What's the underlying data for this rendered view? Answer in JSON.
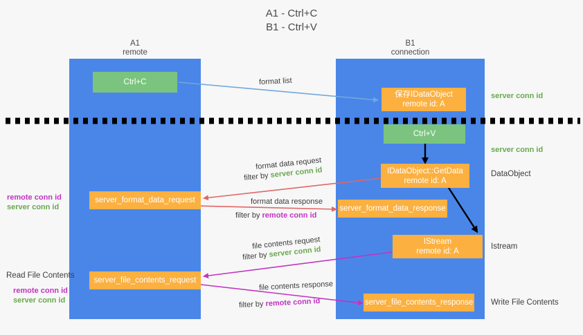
{
  "title": {
    "line1": "A1 - Ctrl+C",
    "line2": "B1 - Ctrl+V"
  },
  "lanes": [
    {
      "id": "a1",
      "name": "A1",
      "role": "remote",
      "color": "#4a86e8"
    },
    {
      "id": "b1",
      "name": "B1",
      "role": "connection",
      "color": "#4a86e8"
    }
  ],
  "colors": {
    "lane": "#4a86e8",
    "green_box": "#7bc47f",
    "orange_box": "#fbb040",
    "server_conn_id": "#6aa84f",
    "remote_conn_id": "#c233c2",
    "arrow_blue": "#6fa8dc",
    "arrow_red": "#e06666",
    "arrow_magenta": "#c233c2",
    "arrow_black": "#000000",
    "divider": "#000000",
    "background": "#f7f7f7"
  },
  "divider": {
    "name": "timeline-divider",
    "style": "thick-dashed"
  },
  "nodes": {
    "ctrl_c": {
      "label": "Ctrl+C",
      "sub": "",
      "kind": "green"
    },
    "save_dataobject": {
      "label": "保存IDataObject",
      "sub": "remote id: A",
      "kind": "orange"
    },
    "ctrl_v": {
      "label": "Ctrl+V",
      "sub": "",
      "kind": "green"
    },
    "getdata": {
      "label": "IDataObject::GetData",
      "sub": "remote id: A",
      "kind": "orange"
    },
    "istream": {
      "label": "IStream",
      "sub": "remote id: A",
      "kind": "orange"
    },
    "fmt_req": {
      "label": "server_format_data_request",
      "sub": "",
      "kind": "orange"
    },
    "fmt_resp": {
      "label": "server_format_data_response",
      "sub": "",
      "kind": "orange"
    },
    "file_req": {
      "label": "server_file_contents_request",
      "sub": "",
      "kind": "orange"
    },
    "file_resp": {
      "label": "server_file_contents_response",
      "sub": "",
      "kind": "orange"
    }
  },
  "edge_labels": {
    "format_list": "format list",
    "format_data_request": "format data request",
    "format_data_request_filter_prefix": "filter by ",
    "format_data_request_filter_key": "server conn id",
    "format_data_response": "format data response",
    "format_data_response_filter_prefix": "filter by ",
    "format_data_response_filter_key": "remote conn id",
    "file_contents_request": "file contents request",
    "file_contents_request_filter_prefix": "filter by ",
    "file_contents_request_filter_key": "server conn id",
    "file_contents_response": "file contents response",
    "file_contents_response_filter_prefix": "filter by ",
    "file_contents_response_filter_key": "remote conn id"
  },
  "right_labels": {
    "server_conn_id_top": "server conn id",
    "server_conn_id_mid": "server conn id",
    "dataobject": "DataObject",
    "istream": "Istream",
    "write_file_contents": "Write File Contents"
  },
  "left_labels": {
    "mid_remote": "remote conn id",
    "mid_server": "server conn id",
    "read_file_contents": "Read File Contents",
    "bottom_remote": "remote conn id",
    "bottom_server": "server conn id"
  }
}
